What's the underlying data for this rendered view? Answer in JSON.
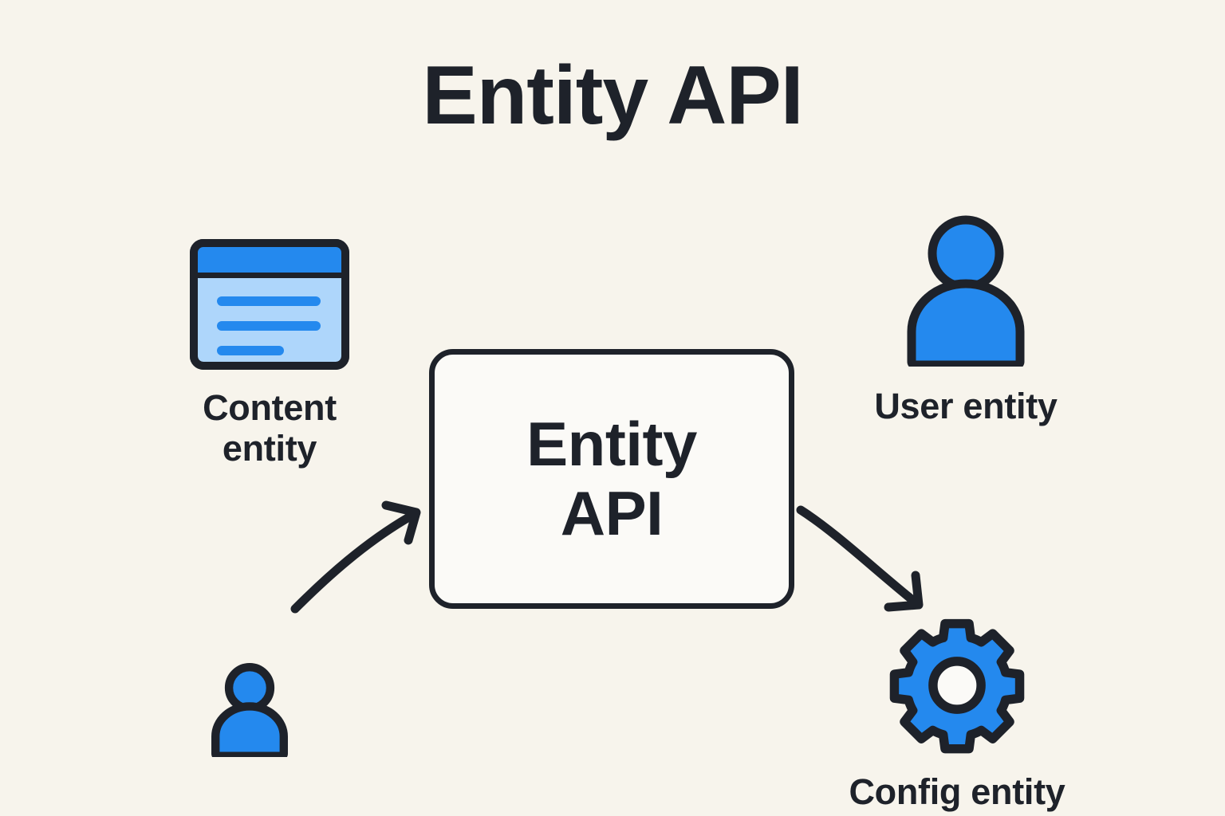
{
  "title": "Entity API",
  "colors": {
    "background": "#F7F4EC",
    "ink": "#1E222A",
    "blue": "#2489EE",
    "light_blue": "#AED6FB",
    "card_fill": "#FBFAF7"
  },
  "center_node": {
    "line1": "Entity",
    "line2": "API"
  },
  "nodes": [
    {
      "id": "content-entity",
      "label": "Content entity",
      "label_line1": "Content",
      "label_line2": "entity",
      "icon": "content-card-icon"
    },
    {
      "id": "user-entity",
      "label": "User entity",
      "icon": "person-icon"
    },
    {
      "id": "config-entity",
      "label": "Config entity",
      "icon": "gear-icon"
    },
    {
      "id": "actor-person",
      "label": "",
      "icon": "person-icon"
    }
  ],
  "arrows": [
    {
      "id": "arrow-content-to-api",
      "from": "content-entity",
      "to": "center-node",
      "direction": "up-right"
    },
    {
      "id": "arrow-api-to-config",
      "from": "center-node",
      "to": "config-entity",
      "direction": "down-right"
    }
  ]
}
